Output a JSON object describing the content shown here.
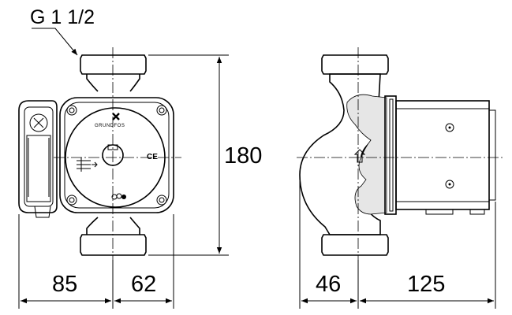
{
  "thread_label": "G 1 1/2",
  "brand_label": "GRUNDFOS",
  "ce_mark": "CE",
  "dimensions": {
    "height": "180",
    "left_width": "85",
    "right_width": "62",
    "side_front": "46",
    "side_motor": "125"
  },
  "colors": {
    "line": "#000000",
    "shading": "#e6e6e6",
    "background": "#ffffff"
  }
}
